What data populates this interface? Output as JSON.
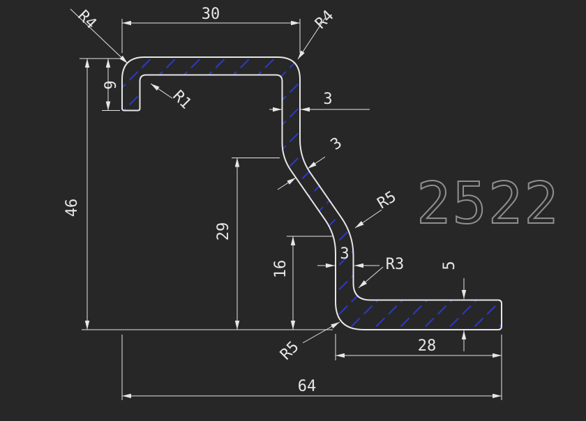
{
  "canvas": {
    "background": "#272727",
    "line_color": "#e6e6e6",
    "hatch_color": "#2d39c8",
    "ghost_text_color": "#8f8f8f"
  },
  "drawing": {
    "part_number": "2522",
    "dimensions": {
      "top_width": "30",
      "overall_width": "64",
      "overall_height": "46",
      "lip_height": "9",
      "web_height": "29",
      "lower_wall_height": "16",
      "bottom_flange_length": "28",
      "bottom_flange_thickness": "5",
      "wall_thickness_top": "3",
      "wall_thickness_diagonal": "3",
      "wall_thickness_lower": "3"
    },
    "radii": {
      "top_left": "R4",
      "top_right": "R4",
      "lip_inner": "R1",
      "mid_bend": "R5",
      "bottom_inner": "R3",
      "bottom_outer": "R5"
    }
  }
}
